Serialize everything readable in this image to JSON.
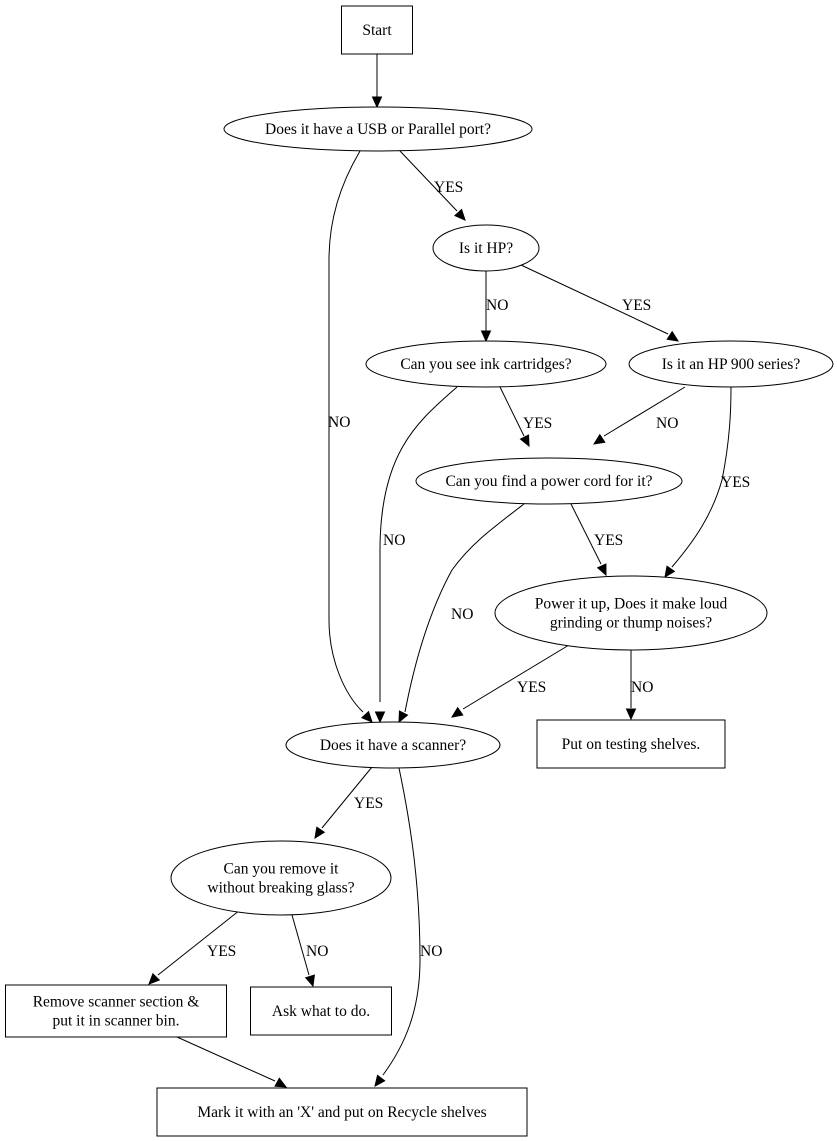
{
  "diagram": {
    "type": "flowchart",
    "nodes": [
      {
        "id": "start",
        "shape": "box",
        "lines": [
          "Start"
        ]
      },
      {
        "id": "port",
        "shape": "ellipse",
        "lines": [
          "Does it have a USB or Parallel port?"
        ]
      },
      {
        "id": "hp",
        "shape": "ellipse",
        "lines": [
          "Is it HP?"
        ]
      },
      {
        "id": "ink",
        "shape": "ellipse",
        "lines": [
          "Can you see ink cartridges?"
        ]
      },
      {
        "id": "hp900",
        "shape": "ellipse",
        "lines": [
          "Is it an HP 900 series?"
        ]
      },
      {
        "id": "cord",
        "shape": "ellipse",
        "lines": [
          "Can you find a power cord for it?"
        ]
      },
      {
        "id": "power",
        "shape": "ellipse",
        "lines": [
          "Power it up, Does it make loud",
          "grinding or thump noises?"
        ]
      },
      {
        "id": "scanner",
        "shape": "ellipse",
        "lines": [
          "Does it have a scanner?"
        ]
      },
      {
        "id": "testing",
        "shape": "box",
        "lines": [
          "Put on testing shelves."
        ]
      },
      {
        "id": "remove",
        "shape": "ellipse",
        "lines": [
          "Can you remove it",
          "without breaking glass?"
        ]
      },
      {
        "id": "scanbin",
        "shape": "box",
        "lines": [
          "Remove scanner section &",
          "put it in scanner bin."
        ]
      },
      {
        "id": "ask",
        "shape": "box",
        "lines": [
          "Ask what to do."
        ]
      },
      {
        "id": "recycle",
        "shape": "box",
        "lines": [
          "Mark it with an 'X' and put on Recycle shelves"
        ]
      }
    ],
    "edges": [
      {
        "from": "start",
        "to": "port",
        "label": ""
      },
      {
        "from": "port",
        "to": "hp",
        "label": "YES"
      },
      {
        "from": "port",
        "to": "scanner",
        "label": "NO"
      },
      {
        "from": "hp",
        "to": "ink",
        "label": "NO"
      },
      {
        "from": "hp",
        "to": "hp900",
        "label": "YES"
      },
      {
        "from": "ink",
        "to": "cord",
        "label": "YES"
      },
      {
        "from": "ink",
        "to": "scanner",
        "label": "NO"
      },
      {
        "from": "hp900",
        "to": "cord",
        "label": "NO"
      },
      {
        "from": "hp900",
        "to": "power",
        "label": "YES"
      },
      {
        "from": "cord",
        "to": "power",
        "label": "YES"
      },
      {
        "from": "cord",
        "to": "scanner",
        "label": "NO"
      },
      {
        "from": "power",
        "to": "scanner",
        "label": "YES"
      },
      {
        "from": "power",
        "to": "testing",
        "label": "NO"
      },
      {
        "from": "scanner",
        "to": "remove",
        "label": "YES"
      },
      {
        "from": "scanner",
        "to": "recycle",
        "label": "NO"
      },
      {
        "from": "remove",
        "to": "scanbin",
        "label": "YES"
      },
      {
        "from": "remove",
        "to": "ask",
        "label": "NO"
      },
      {
        "from": "scanbin",
        "to": "recycle",
        "label": ""
      }
    ]
  }
}
